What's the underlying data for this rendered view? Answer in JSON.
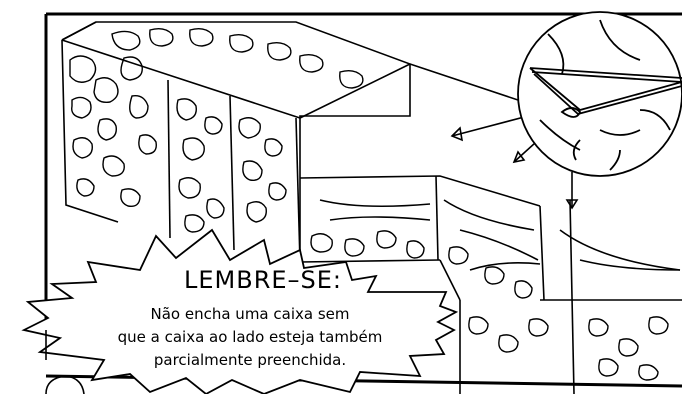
{
  "callout": {
    "title": "LEMBRE–SE:",
    "lines": [
      "Não encha uma caixa sem",
      "que a caixa ao lado esteja também",
      "parcialmente preenchida."
    ]
  },
  "colors": {
    "ink": "#000000",
    "paper": "#ffffff"
  }
}
